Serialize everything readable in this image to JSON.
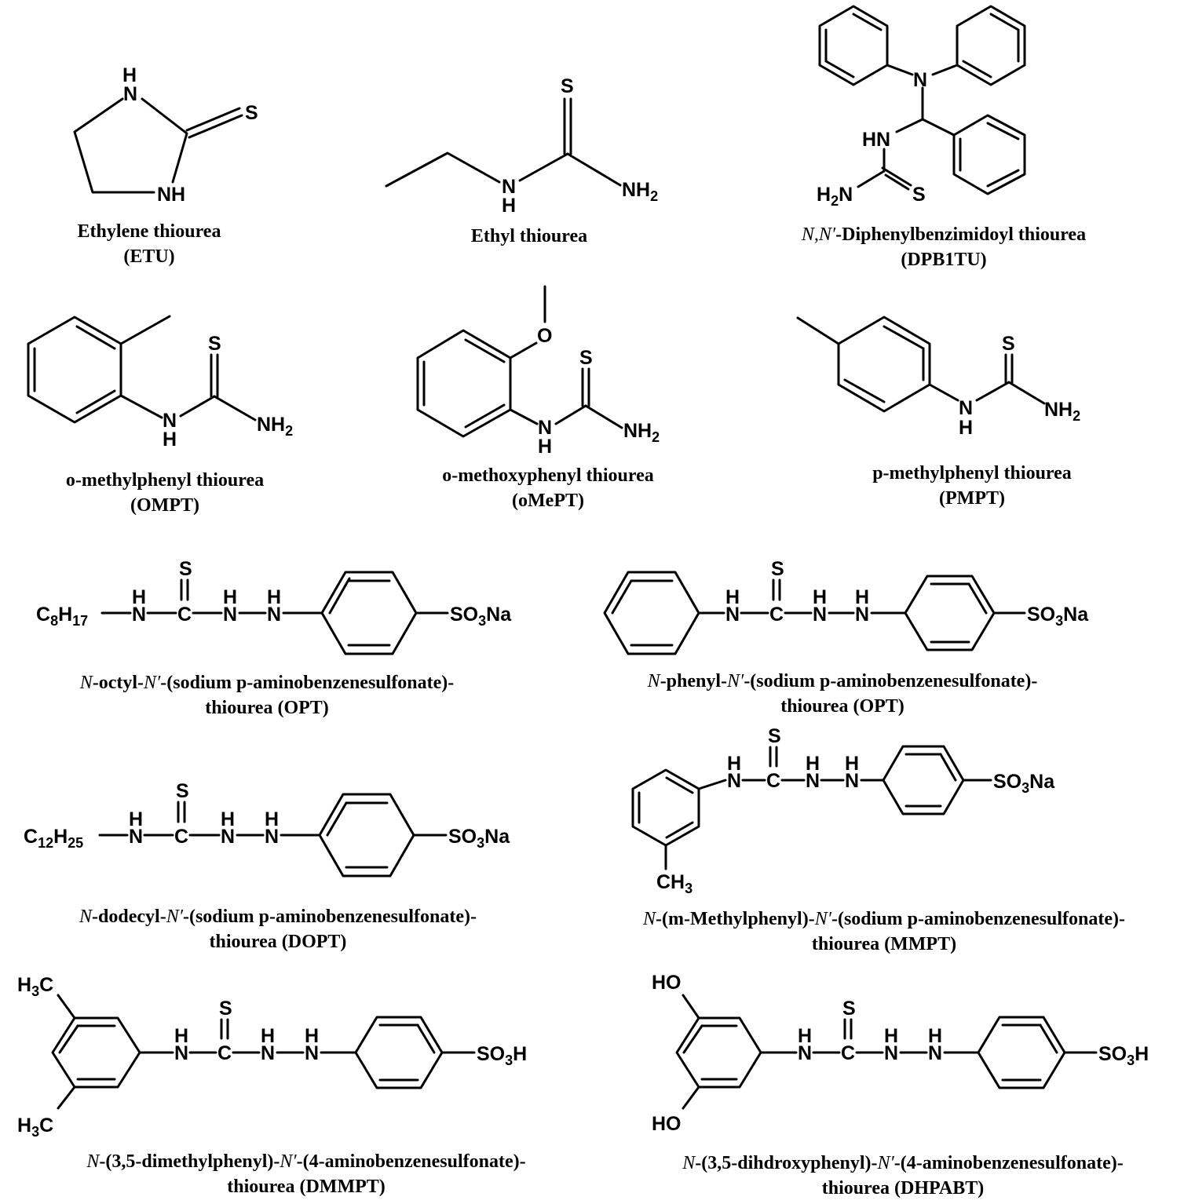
{
  "compounds": [
    {
      "id": "etu",
      "name": "Ethylene thiourea",
      "abbr": "(ETU)"
    },
    {
      "id": "ethyl",
      "name": "Ethyl thiourea",
      "abbr": ""
    },
    {
      "id": "dpb1tu",
      "name_pre": "N,N′",
      "name": "-Diphenylbenzimidoyl thiourea",
      "abbr": "(DPB1TU)"
    },
    {
      "id": "ompt",
      "name": "o-methylphenyl thiourea",
      "abbr": "(OMPT)"
    },
    {
      "id": "omept",
      "name": "o-methoxyphenyl thiourea",
      "abbr": "(oMePT)"
    },
    {
      "id": "pmpt",
      "name": "p-methylphenyl thiourea",
      "abbr": "(PMPT)"
    },
    {
      "id": "octyl",
      "line1": "-octyl-",
      "line1b": "-(sodium p-aminobenzenesulfonate)-",
      "line2": "thiourea (OPT)"
    },
    {
      "id": "phenyl",
      "line1": "-phenyl-",
      "line1b": "-(sodium p-aminobenzenesulfonate)-",
      "line2": "thiourea (OPT)"
    },
    {
      "id": "dodecyl",
      "line1": "-dodecyl-",
      "line1b": "-(sodium p-aminobenzenesulfonate)-",
      "line2": "thiourea (DOPT)"
    },
    {
      "id": "mmpt",
      "line1": "-(m-Methylphenyl)-",
      "line1b": "-(sodium p-aminobenzenesulfonate)-",
      "line2": "thiourea (MMPT)"
    },
    {
      "id": "dmmpt",
      "line1": "-(3,5-dimethylphenyl)-",
      "line1b": "-(4-aminobenzenesulfonate)-",
      "line2": "thiourea (DMMPT)"
    },
    {
      "id": "dhpabt",
      "line1": "-(3,5-dihdroxyphenyl)-",
      "line1b": "-(4-aminobenzenesulfonate)-",
      "line2": "thiourea (DHPABT)"
    }
  ],
  "italic": {
    "n": "N",
    "nprime": "N′"
  },
  "atoms": {
    "S": "S",
    "N": "N",
    "H": "H",
    "NH": "NH",
    "HN": "HN",
    "C": "C",
    "O": "O",
    "HO": "HO",
    "NH2_main": "NH",
    "NH2_sub": "2",
    "H2N_main1": "H",
    "H2N_sub": "2",
    "H2N_main2": "N",
    "SO3_main1": "SO",
    "SO3_sub": "3",
    "SO3Na_tail": "Na",
    "SO3H_tail": "H",
    "C8": "C",
    "C8_sub1": "8",
    "C8_H": "H",
    "C8_sub2": "17",
    "C12": "C",
    "C12_sub1": "12",
    "C12_H": "H",
    "C12_sub2": "25",
    "CH3_main": "CH",
    "CH3_sub": "3",
    "H3C_main1": "H",
    "H3C_sub": "3",
    "H3C_main2": "C"
  }
}
